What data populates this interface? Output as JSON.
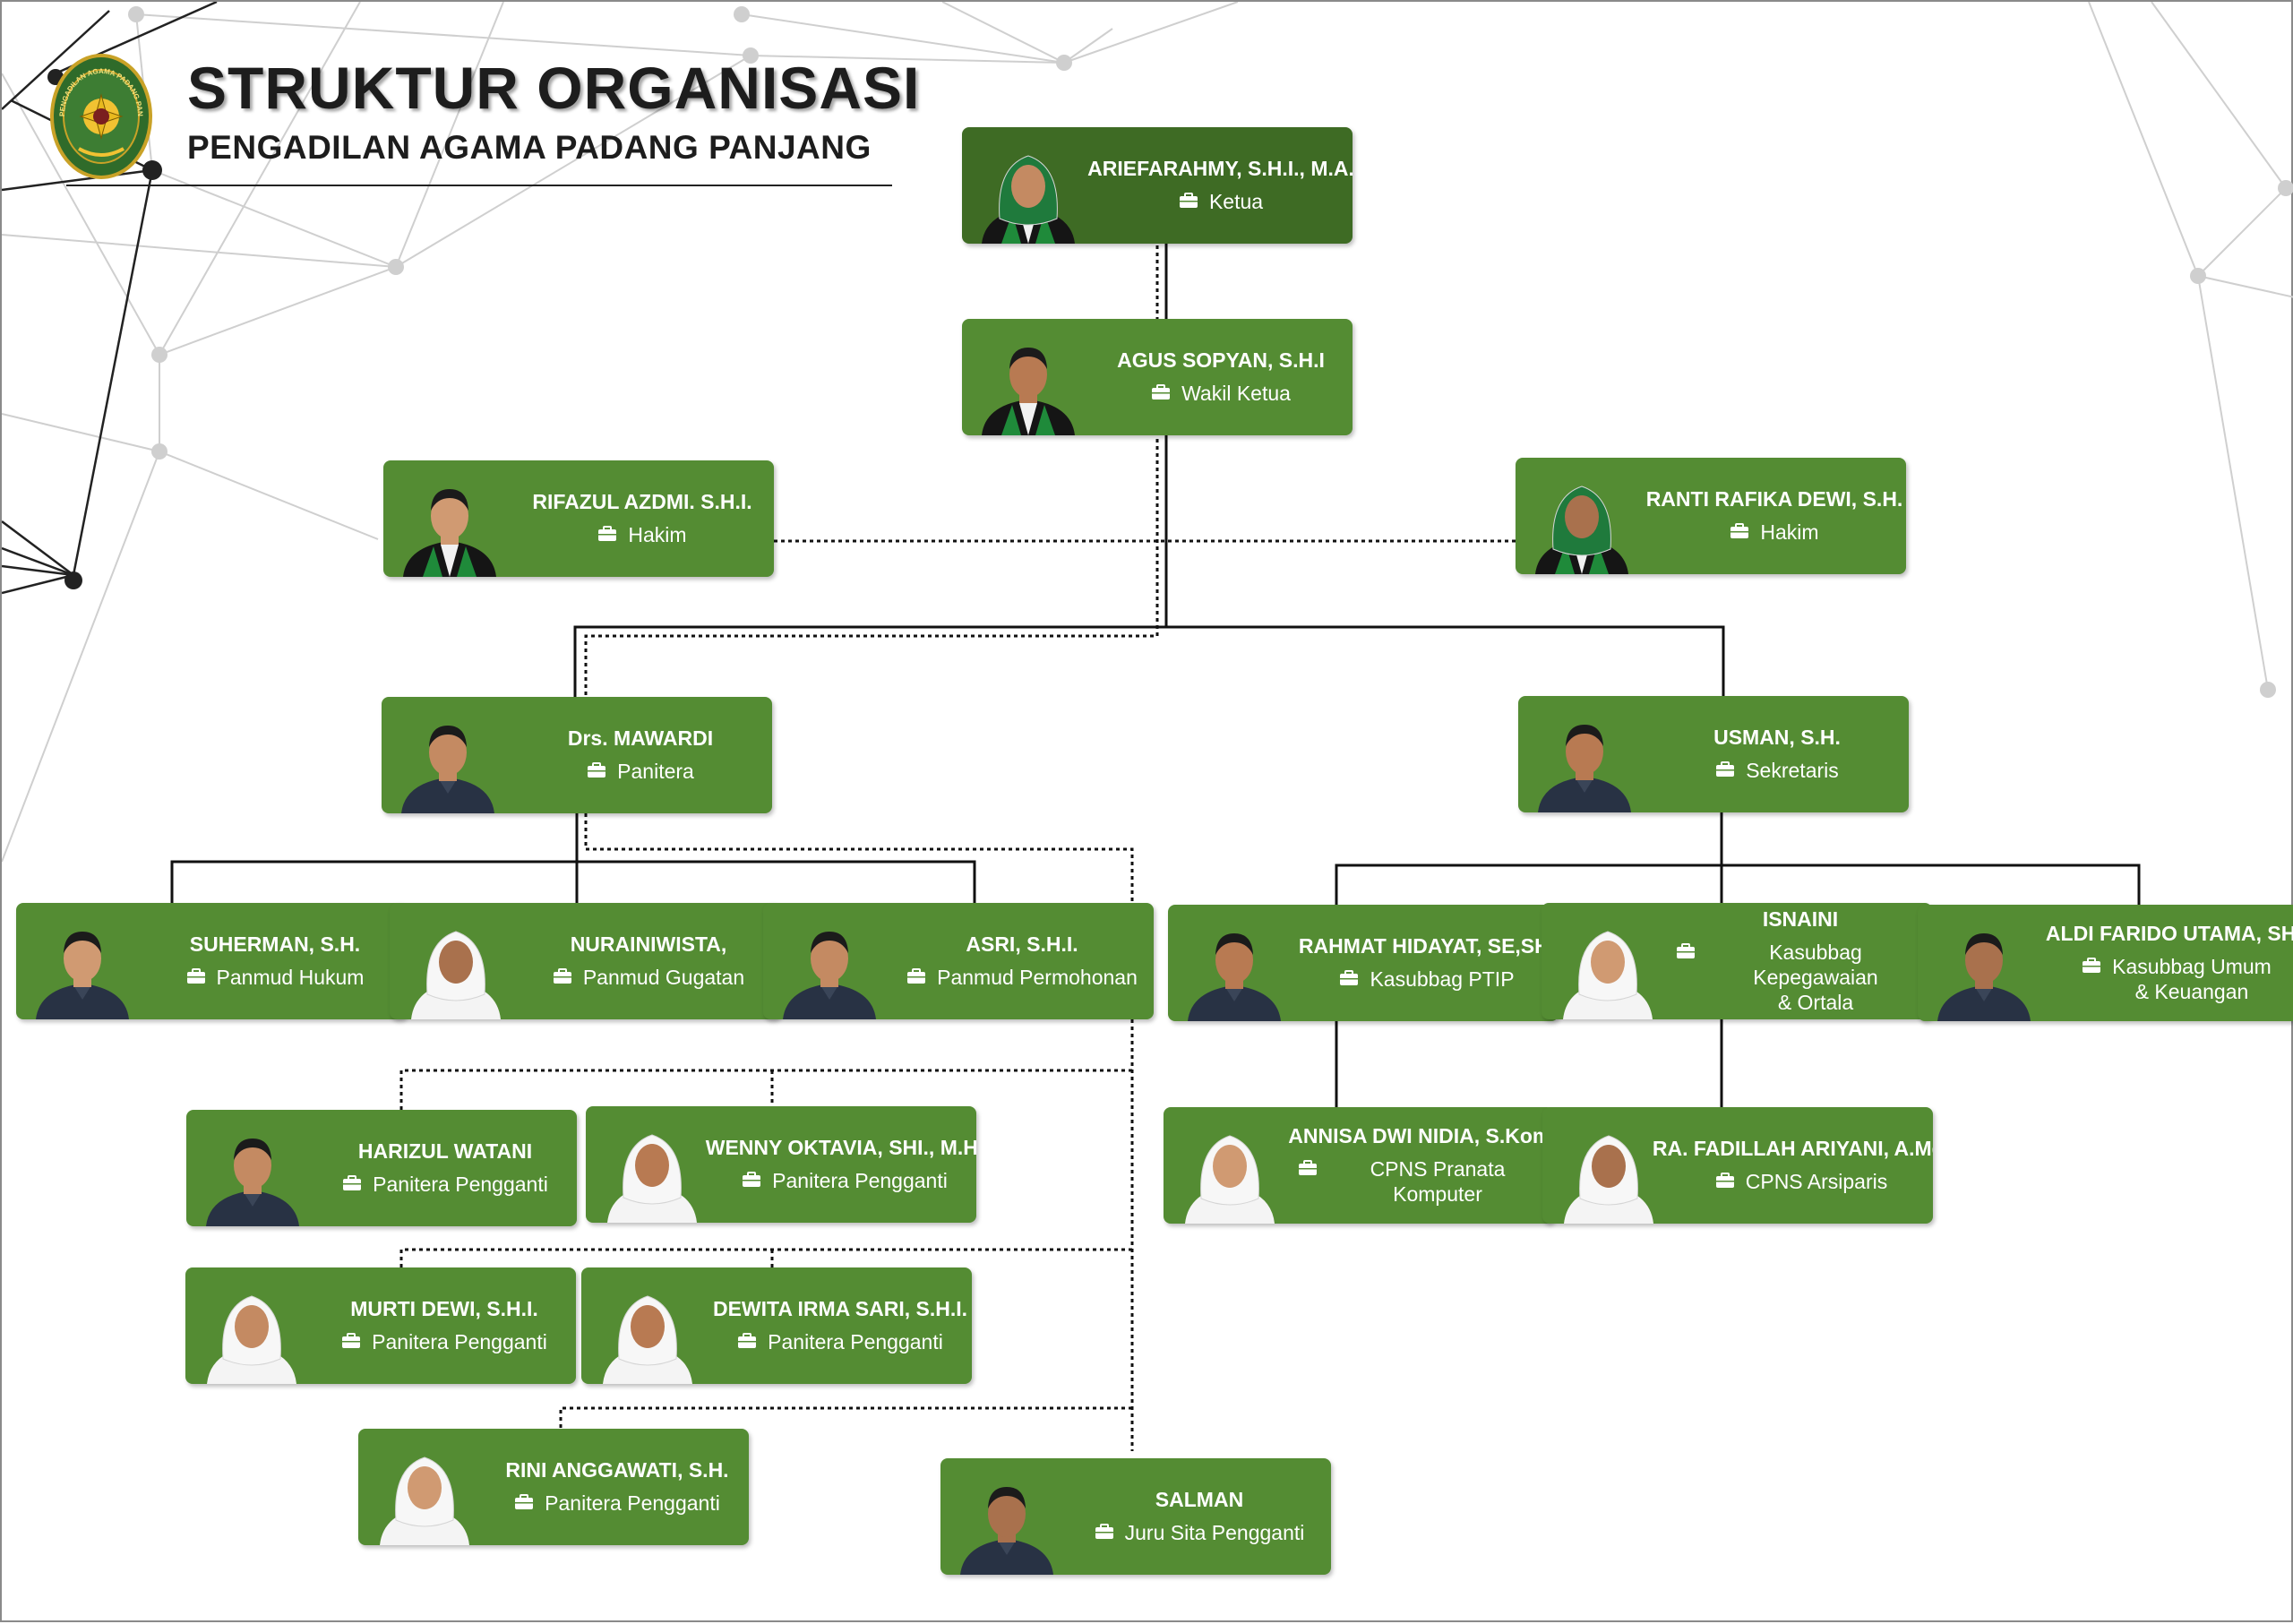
{
  "header": {
    "title": "STRUKTUR ORGANISASI",
    "subtitle": "PENGADILAN AGAMA PADANG PANJANG",
    "logo_text": "PENGADILAN AGAMA PADANG PANJANG"
  },
  "colors": {
    "card": "#548c33",
    "card_top": "#3e6b24",
    "line": "#111111",
    "network": "#cfcfcf",
    "network_dark": "#222222"
  },
  "people": [
    {
      "id": "ariefarahmy",
      "name": "ARIEFARAHMY, S.H.I., M.A.",
      "role": "Ketua",
      "attire": "robe",
      "hijab": true
    },
    {
      "id": "agus",
      "name": "AGUS SOPYAN, S.H.I",
      "role": "Wakil Ketua",
      "attire": "robe",
      "hijab": false
    },
    {
      "id": "rifazul",
      "name": "RIFAZUL AZDMI. S.H.I.",
      "role": "Hakim",
      "attire": "robe",
      "hijab": false
    },
    {
      "id": "ranti",
      "name": "RANTI RAFIKA DEWI, S.H.",
      "role": "Hakim",
      "attire": "robe",
      "hijab": true
    },
    {
      "id": "mawardi",
      "name": "Drs. MAWARDI",
      "role": "Panitera",
      "attire": "uniform",
      "hijab": false
    },
    {
      "id": "usman",
      "name": "USMAN, S.H.",
      "role": "Sekretaris",
      "attire": "uniform",
      "hijab": false
    },
    {
      "id": "suherman",
      "name": "SUHERMAN, S.H.",
      "role": "Panmud Hukum",
      "attire": "uniform",
      "hijab": false
    },
    {
      "id": "nurainiwista",
      "name": "NURAINIWISTA,",
      "role": "Panmud Gugatan",
      "attire": "white",
      "hijab": true
    },
    {
      "id": "asri",
      "name": "ASRI, S.H.I.",
      "role": "Panmud Permohonan",
      "attire": "uniform",
      "hijab": false
    },
    {
      "id": "rahmat",
      "name": "RAHMAT HIDAYAT, SE,SH.",
      "role": "Kasubbag PTIP",
      "attire": "uniform",
      "hijab": false
    },
    {
      "id": "isnaini",
      "name": "ISNAINI",
      "role": "Kasubbag Kepegawaian\n& Ortala",
      "attire": "white",
      "hijab": true
    },
    {
      "id": "aldi",
      "name": "ALDI FARIDO UTAMA, SHI.",
      "role": "Kasubbag Umum\n& Keuangan",
      "attire": "uniform",
      "hijab": false
    },
    {
      "id": "harizul",
      "name": "HARIZUL WATANI",
      "role": "Panitera Pengganti",
      "attire": "uniform",
      "hijab": false
    },
    {
      "id": "wenny",
      "name": "WENNY OKTAVIA, SHI., M.H.",
      "role": "Panitera Pengganti",
      "attire": "white",
      "hijab": true
    },
    {
      "id": "annisa",
      "name": "ANNISA DWI NIDIA, S.Kom.",
      "role": "CPNS Pranata Komputer",
      "attire": "white",
      "hijab": true
    },
    {
      "id": "fadillah",
      "name": "RA. FADILLAH ARIYANI, A.Md.",
      "role": "CPNS Arsiparis",
      "attire": "white",
      "hijab": true
    },
    {
      "id": "murti",
      "name": "MURTI DEWI, S.H.I.",
      "role": "Panitera Pengganti",
      "attire": "white",
      "hijab": true
    },
    {
      "id": "dewita",
      "name": "DEWITA IRMA SARI, S.H.I.",
      "role": "Panitera Pengganti",
      "attire": "white",
      "hijab": true
    },
    {
      "id": "rini",
      "name": "RINI ANGGAWATI, S.H.",
      "role": "Panitera Pengganti",
      "attire": "white",
      "hijab": true
    },
    {
      "id": "salman",
      "name": "SALMAN",
      "role": "Juru Sita Pengganti",
      "attire": "uniform",
      "hijab": false
    }
  ]
}
